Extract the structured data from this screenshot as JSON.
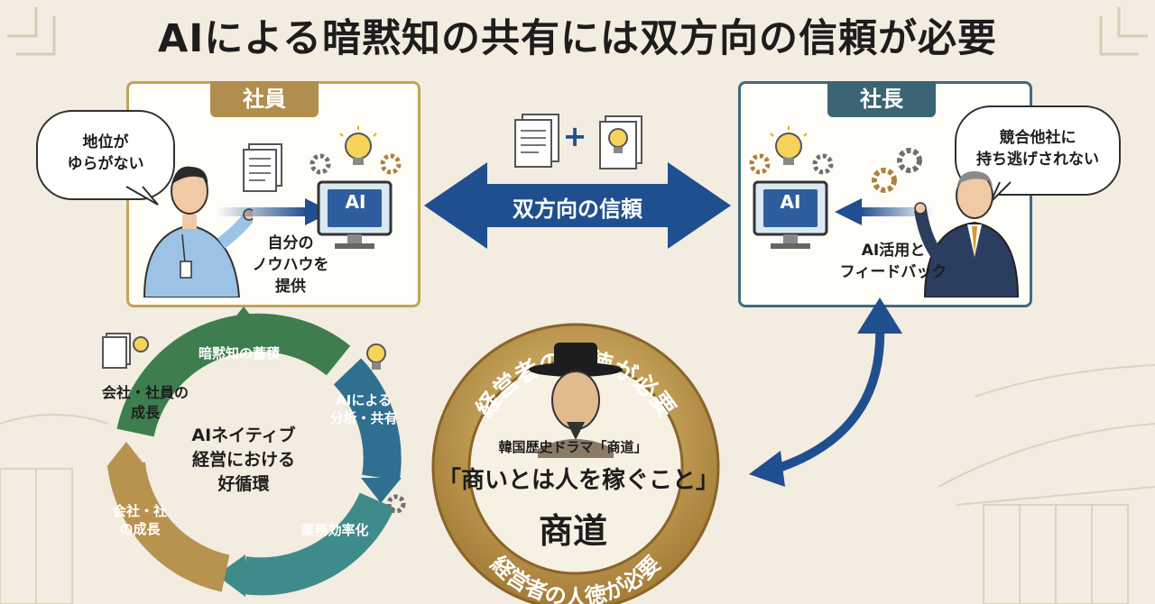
{
  "title": "AIによる暗黙知の共有には双方向の信頼が必要",
  "left_panel": {
    "tag": "社員",
    "bubble_line1": "地位が",
    "bubble_line2": "ゆらがない",
    "ai_label": "AI",
    "caption_line1": "自分の",
    "caption_line2": "ノウハウを",
    "caption_line3": "提供"
  },
  "right_panel": {
    "tag": "社長",
    "bubble_line1": "競合他社に",
    "bubble_line2": "持ち逃げされない",
    "ai_label": "AI",
    "caption_line1": "AI活用と",
    "caption_line2": "フィードバック"
  },
  "center": {
    "plus": "+",
    "trust_label": "双方向の信頼"
  },
  "cycle": {
    "center_line1": "AIネイティブ",
    "center_line2": "経営における",
    "center_line3": "好循環",
    "step1": "暗黙知の蓄積",
    "step2_line1": "AIによる",
    "step2_line2": "分析・共有",
    "step3": "業務効率化",
    "step4_line1": "会社・社",
    "step4_line2": "の成長",
    "outer_line1": "会社・社員の",
    "outer_line2": "成長"
  },
  "medal": {
    "arc_top": "経営者の人徳が必要",
    "arc_bottom": "経営者の人徳が必要",
    "drama": "韓国歴史ドラマ「商道」",
    "quote": "「商いとは人を稼ぐこと」",
    "name": "商道"
  },
  "colors": {
    "gold": "#b8924f",
    "teal": "#3f6c7d",
    "navy": "#1f4f8f",
    "green": "#3e7e4e",
    "blue_cycle": "#2f6f8f",
    "bg": "#f3ece0"
  }
}
